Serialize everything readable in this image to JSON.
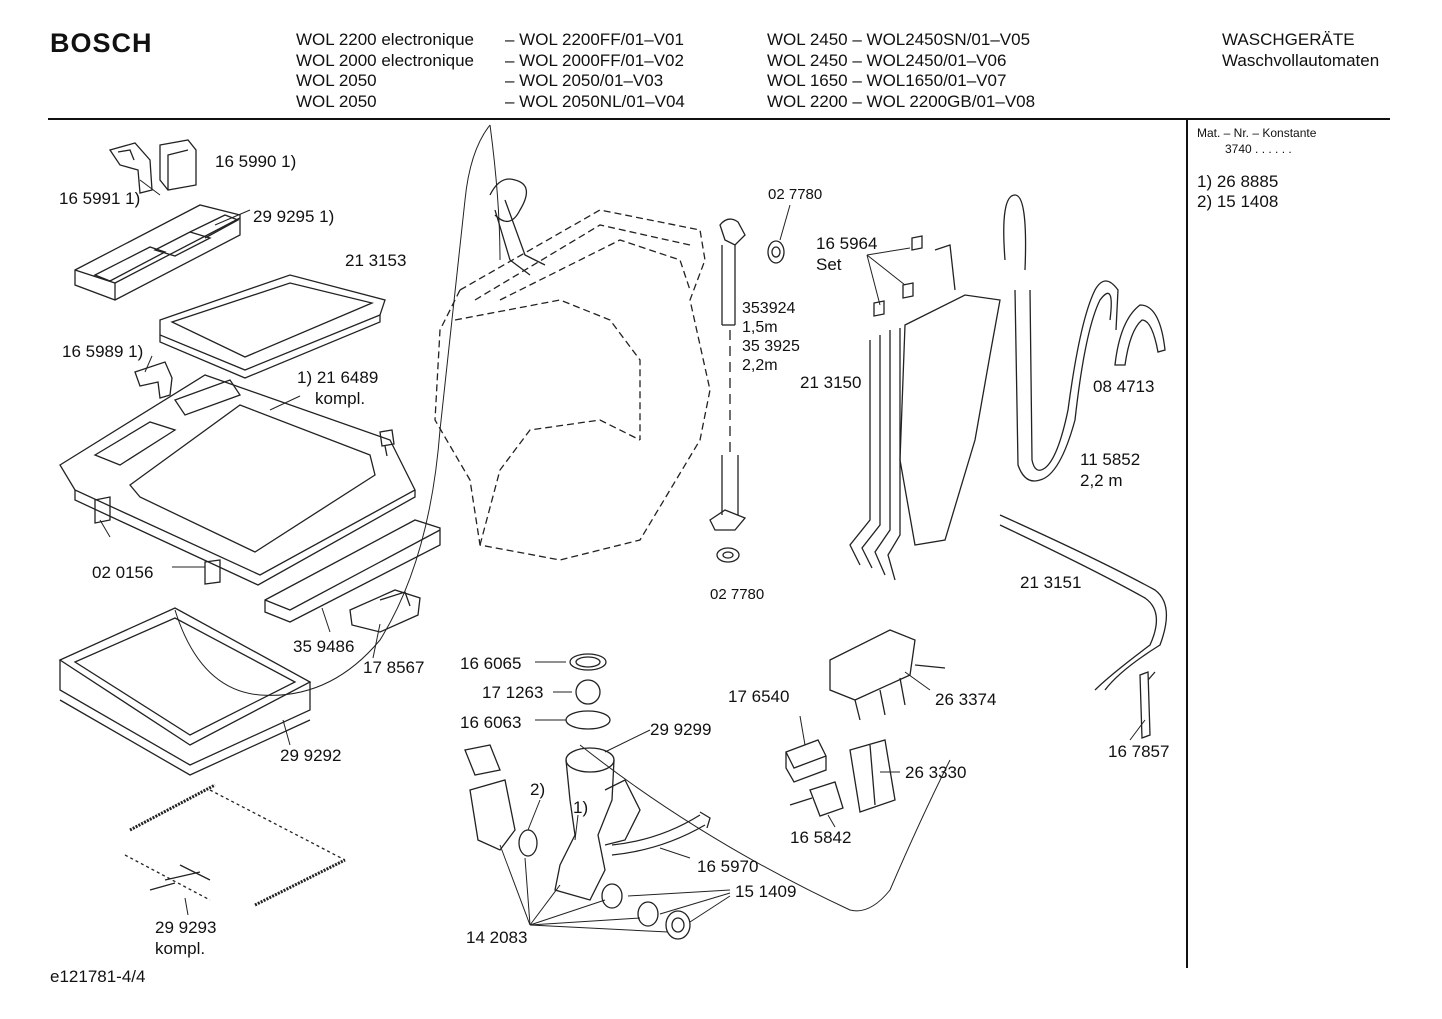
{
  "header": {
    "brand": "BOSCH",
    "models": [
      "WOL 2200 electronique",
      "WOL 2000 electronique",
      "WOL 2050",
      "WOL 2050"
    ],
    "variants": [
      "– WOL 2200FF/01–V01",
      "– WOL 2000FF/01–V02",
      "– WOL 2050/01–V03",
      "– WOL 2050NL/01–V04"
    ],
    "models2": [
      "WOL 2450 – WOL2450SN/01–V05",
      "WOL 2450 – WOL2450/01–V06",
      "WOL 1650 – WOL1650/01–V07",
      "WOL 2200  –  WOL 2200GB/01–V08"
    ],
    "category": [
      "WASCHGERÄTE",
      "Waschvollautomaten"
    ]
  },
  "side_panel": {
    "constant_label": "Mat. – Nr. – Konstante",
    "constant_value": "3740  .  .    .  .  .  .",
    "footnotes": [
      "1) 26 8885",
      "2) 15 1408"
    ]
  },
  "footer": {
    "doc_id": "e121781-4/4"
  },
  "labels": {
    "p165990": "16 5990 1)",
    "p165991": "16 5991 1)",
    "p299295": "29 9295 1)",
    "p213153": "21 3153",
    "p165989": "16 5989 1)",
    "p216489a": "1) 21 6489",
    "p216489b": "kompl.",
    "p020156": "02 0156",
    "p359486": "35 9486",
    "p178567": "17 8567",
    "p299292": "29 9292",
    "p299293a": "29 9293",
    "p299293b": "kompl.",
    "p027780a": "02 7780",
    "p353924a": "353924",
    "p353924b": "1,5m",
    "p353925a": "35 3925",
    "p353925b": "2,2m",
    "p027780b": "02 7780",
    "p165964a": "16 5964",
    "p165964b": "Set",
    "p213150": "21 3150",
    "p084713": "08 4713",
    "p115852a": "11 5852",
    "p115852b": "2,2 m",
    "p213151": "21 3151",
    "p166065": "16 6065",
    "p171263": "17 1263",
    "p166063": "16 6063",
    "p299299": "29 9299",
    "p176540": "17 6540",
    "p263374": "26 3374",
    "p263330": "26 3330",
    "p167857": "16 7857",
    "p165842": "16 5842",
    "p165970": "16 5970",
    "p151409": "15 1409",
    "p142083": "14 2083",
    "fn2": "2)",
    "fn1": "1)"
  }
}
